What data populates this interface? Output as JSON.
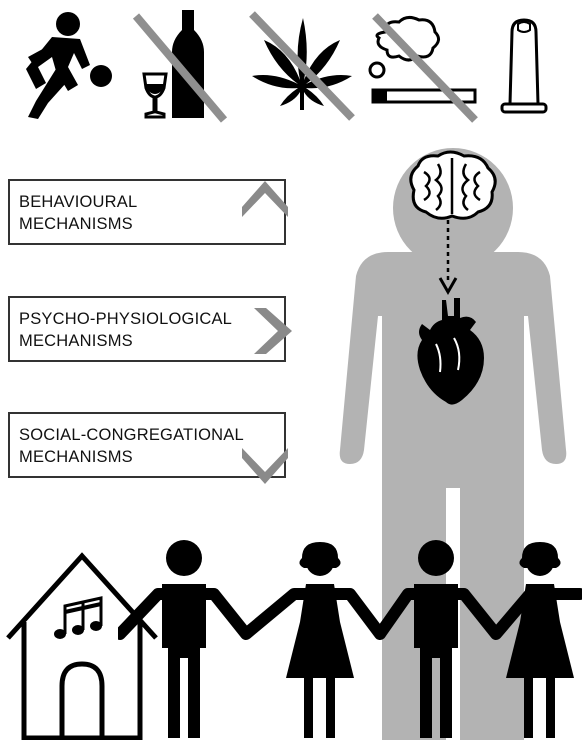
{
  "mechanisms": [
    {
      "line1": "BEHAVIOURAL",
      "line2": "MECHANISMS",
      "arrow": "chevron-up"
    },
    {
      "line1": "PSYCHO-PHYSIOLOGICAL",
      "line2": "MECHANISMS",
      "arrow": "chevron-right"
    },
    {
      "line1": "SOCIAL-CONGREGATIONAL",
      "line2": "MECHANISMS",
      "arrow": "chevron-down"
    }
  ],
  "top_icons": [
    "football-player-icon",
    "no-alcohol-icon",
    "no-cannabis-icon",
    "no-smoking-icon",
    "condom-icon"
  ],
  "colors": {
    "figure_gray": "#b3b3b3",
    "chevron_gray": "#8a8a8a",
    "strike_gray": "#8f8f8f",
    "ink": "#000000"
  }
}
